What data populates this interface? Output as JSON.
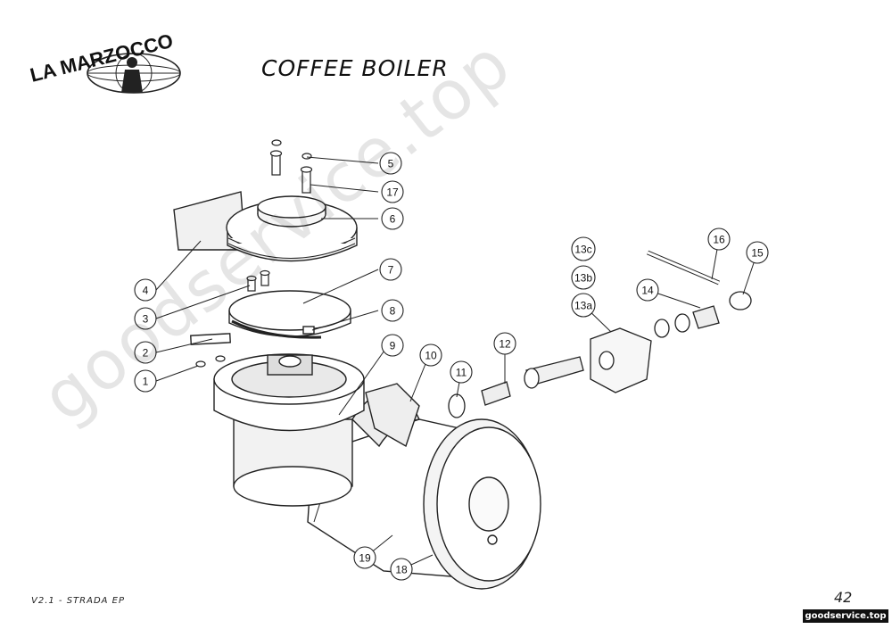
{
  "header": {
    "brand": "LA MARZOCCO",
    "title": "COFFEE BOILER"
  },
  "footer": {
    "model": "V2.1 - STRADA EP",
    "page": "42",
    "site": "goodservice.top"
  },
  "watermark": "goodservice.top",
  "callouts": [
    "5",
    "17",
    "6",
    "4",
    "3",
    "7",
    "8",
    "2",
    "1",
    "9",
    "10",
    "11",
    "12",
    "13c",
    "13b",
    "13a",
    "14",
    "16",
    "15",
    "19",
    "18"
  ]
}
